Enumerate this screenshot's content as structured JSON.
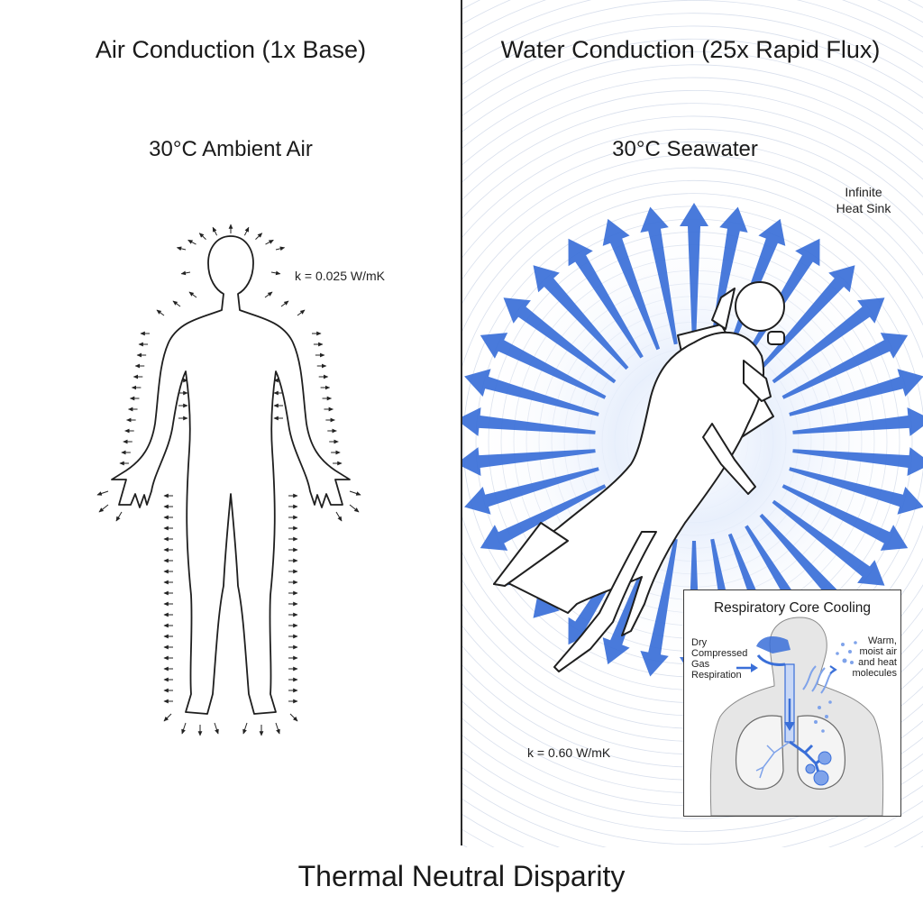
{
  "left_panel": {
    "title": "Air Conduction (1x Base)",
    "subtitle": "30°C Ambient Air",
    "conductivity_label": "k = 0.025 W/mK",
    "figure_icon": "standing-human-outline"
  },
  "right_panel": {
    "title": "Water Conduction (25x Rapid Flux)",
    "subtitle": "30°C Seawater",
    "heat_sink_label_line1": "Infinite",
    "heat_sink_label_line2": "Heat Sink",
    "conductivity_label": "k = 0.60 W/mK",
    "figure_icon": "scuba-diver-silhouette",
    "arrow_color": "#3a6fd8"
  },
  "inset": {
    "title": "Respiratory Core Cooling",
    "left_label": [
      "Dry",
      "Compressed",
      "Gas",
      "Respiration"
    ],
    "right_label": [
      "Warm,",
      "moist air",
      "and heat",
      "molecules"
    ],
    "accent_color": "#3a6fd8"
  },
  "footer": {
    "title": "Thermal Neutral Disparity"
  }
}
